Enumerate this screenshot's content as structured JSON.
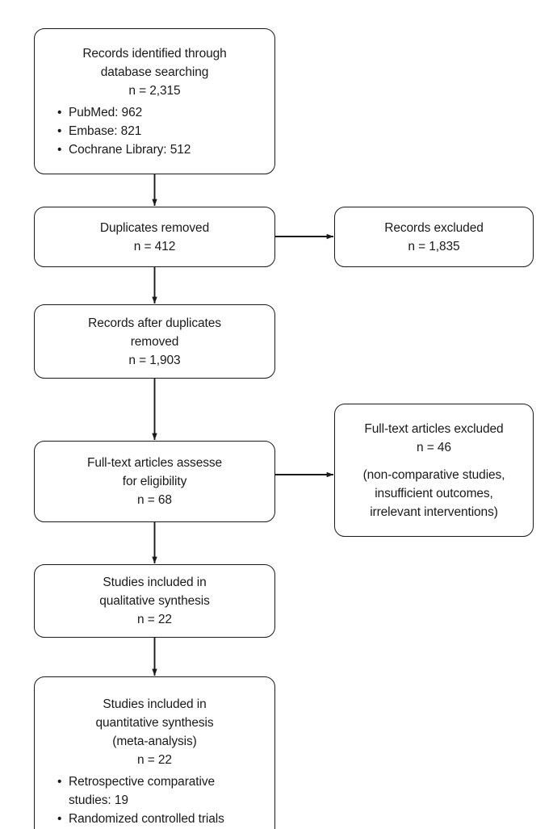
{
  "diagram": {
    "title": "PRISMA study selection flow diagram",
    "type": "flowchart",
    "line_color": "#1a1a1a",
    "background": "#ffffff"
  },
  "nodes": {
    "identified": {
      "line1": "Records identified through",
      "line2": "database searching",
      "line3": "n = 2,315",
      "bullets": [
        "PubMed: 962",
        "Embase: 821",
        "Cochrane Library: 512"
      ],
      "bullet_glyph": "•"
    },
    "duplicates": {
      "line1": "Duplicates removed",
      "line2": "n = 412"
    },
    "records_excluded": {
      "line1": "Records excluded",
      "line2": "n = 1,835"
    },
    "after_duplicates": {
      "line1": "Records after duplicates",
      "line2": "removed",
      "line3": "n = 1,903"
    },
    "fulltext_assessed": {
      "line1": "Full-text articles assesse",
      "line2": "for eligibility",
      "line3": "n = 68"
    },
    "fulltext_excluded": {
      "line1": "Full-text articles excluded",
      "line2": "n = 46",
      "line3": "(non-comparative studies,",
      "line4": "insufficient outcomes,",
      "line5": "irrelevant interventions)"
    },
    "qualitative": {
      "line1": "Studies included in",
      "line2": "qualitative synthesis",
      "line3": "n = 22"
    },
    "quantitative": {
      "line1": "Studies included in",
      "line2": "quantitative synthesis",
      "line3": "(meta-analysis)",
      "line4": "n = 22",
      "bullets": [
        "Retrospective comparative",
        "studies: 19",
        "Randomized controlled trials"
      ],
      "bullet_glyph": "•"
    }
  },
  "connectors": [
    {
      "name": "identified-to-duplicates",
      "direction": "down"
    },
    {
      "name": "duplicates-to-records-excluded",
      "direction": "right"
    },
    {
      "name": "duplicates-to-after-duplicates",
      "direction": "down"
    },
    {
      "name": "after-duplicates-to-fulltext",
      "direction": "down"
    },
    {
      "name": "fulltext-to-fulltext-excluded",
      "direction": "right"
    },
    {
      "name": "fulltext-to-qualitative",
      "direction": "down"
    },
    {
      "name": "qualitative-to-quantitative",
      "direction": "down"
    }
  ]
}
